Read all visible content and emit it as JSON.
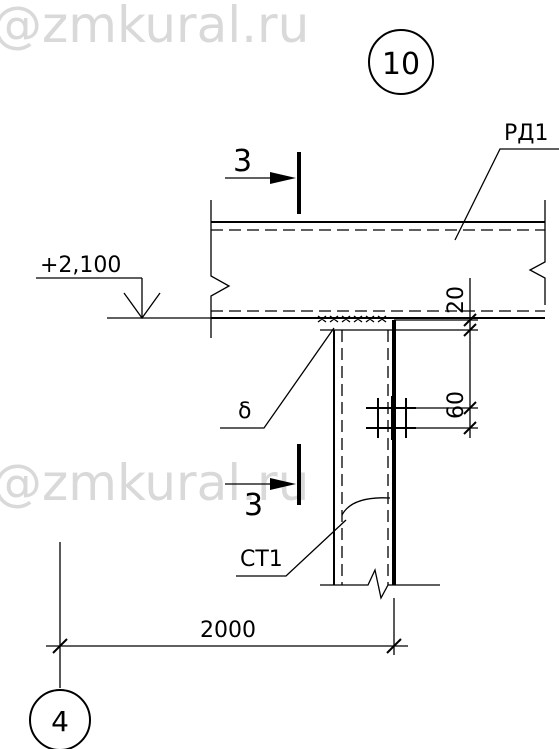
{
  "watermark": {
    "text": "@zmkural.ru",
    "color": "#d9d9d9"
  },
  "callout": {
    "number": "10"
  },
  "axis_marker": {
    "label": "4"
  },
  "labels": {
    "beam": "РД1",
    "level": "+2,100",
    "section_top": "3",
    "section_bottom": "3",
    "gap": "20",
    "bolt_pitch": "60",
    "weld": "δ",
    "column": "СТ1",
    "span": "2000"
  },
  "colors": {
    "line": "#000000",
    "background": "#ffffff"
  }
}
